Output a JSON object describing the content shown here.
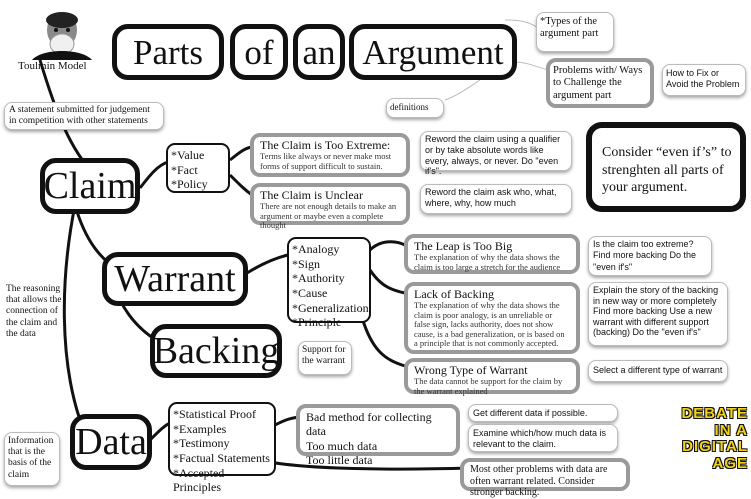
{
  "header": {
    "portrait_caption": "Toulmin Model",
    "title_words": [
      "Parts",
      "of",
      "an",
      "Argument"
    ],
    "types_note": "*Types of the argument part",
    "problems_note": "Problems with/ Ways to Challenge the argument part",
    "fix_note": "How to Fix or Avoid the Problem",
    "definitions_note": "definitions"
  },
  "definitions": {
    "claim": "A statement submitted for judgement in competition with other statements",
    "warrant": "The reasoning that allows the connection of the claim and the data",
    "backing": "Support for the warrant",
    "data": "Information that is the basis of the claim"
  },
  "parts": {
    "claim": "Claim",
    "warrant": "Warrant",
    "backing": "Backing",
    "data": "Data"
  },
  "types": {
    "claim": [
      "*Value",
      "*Fact",
      "*Policy"
    ],
    "warrant": [
      "*Analogy",
      "*Sign",
      "*Authority",
      "*Cause",
      "*Generalization",
      "*Principle"
    ],
    "data": [
      "*Statistical Proof",
      "*Examples",
      "*Testimony",
      "*Factual Statements",
      "*Accepted Principles"
    ]
  },
  "problems": {
    "claim_extreme": {
      "title": "The Claim is Too Extreme:",
      "detail": "Terms like always or never make most forms of support difficult to sustain."
    },
    "claim_unclear": {
      "title": "The Claim is Unclear",
      "detail": "There are not enough details to make an argument or maybe even a complete thought"
    },
    "leap": {
      "title": "The Leap is Too Big",
      "detail": "The explanation of why the data shows the claim is too large a stretch for the audience"
    },
    "lack_backing": {
      "title": "Lack of Backing",
      "detail": "The explanation of why the data shows the claim is poor analogy, is an unreliable or false sign, lacks authority, does not show cause, is a bad generalization, or is based on a principle that is not commonly accepted."
    },
    "wrong_type": {
      "title": "Wrong Type of Warrant",
      "detail": "The data cannot be support for the claim by the warrant explained"
    },
    "data_lines": [
      "Bad method for collecting data",
      "Too much data",
      "Too little data"
    ],
    "data_other": "Most other problems with data are often warrant related.  Consider stronger backing."
  },
  "fixes": {
    "claim_extreme": "Reword the claim using a qualifier or by take absolute words like every, always, or never. Do \"even if's\".",
    "claim_unclear": "Reword the claim ask who, what, where, why, how much",
    "even_ifs": "Consider “even if’s” to strenghten all parts of your argument.",
    "leap": "Is the claim too extreme? Find more backing Do the \"even if's\"",
    "lack_backing": "Explain the story of the backing in new way or more completely Find more backing Use a new warrant with different support (backing) Do the \"even if's\"",
    "wrong_type": "Select a different type of warrant",
    "data_1": "Get different data if possible.",
    "data_2": "Examine which/how much data is relevant to the claim."
  },
  "logo": {
    "lines": [
      "DEBATE",
      "IN A",
      "DIGITAL",
      "AGE"
    ],
    "color": "#f2d21a"
  },
  "portrait_icon": "toulmin-portrait"
}
